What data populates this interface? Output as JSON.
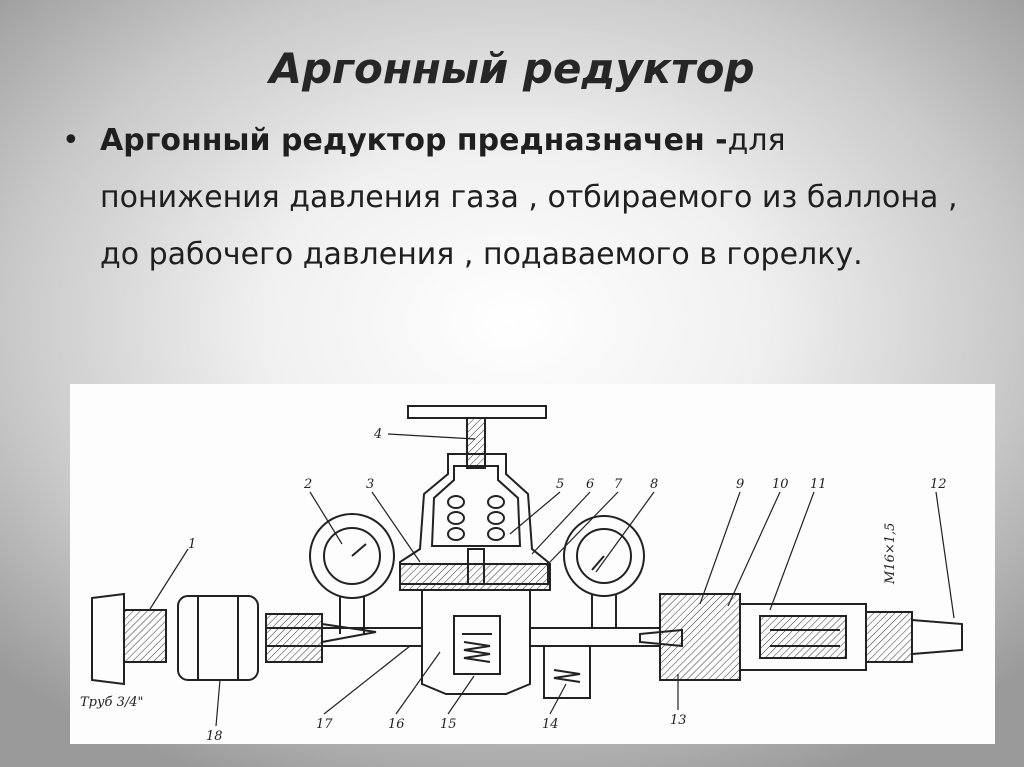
{
  "slide": {
    "title": "Аргонный редуктор",
    "bullet": {
      "bold": "Аргонный редуктор предназначен -",
      "text": "для понижения давления газа , отбираемого из баллона , до рабочего давления , подаваемого в горелку."
    }
  },
  "diagram": {
    "labels": [
      "1",
      "2",
      "3",
      "4",
      "5",
      "6",
      "7",
      "8",
      "9",
      "10",
      "11",
      "12",
      "13",
      "14",
      "15",
      "16",
      "17",
      "18"
    ],
    "thread_label": "M16×1,5",
    "pipe_label": "Труб 3/4\""
  }
}
